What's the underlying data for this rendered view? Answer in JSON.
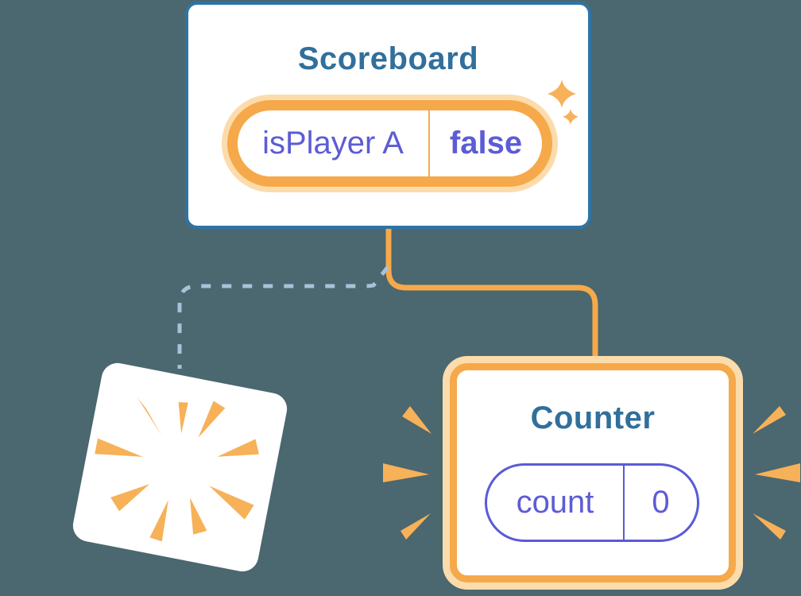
{
  "diagram_title": "React component tree state reset diagram",
  "scoreboard": {
    "title": "Scoreboard",
    "state": {
      "name": "isPlayer A",
      "value": "false"
    }
  },
  "counter": {
    "title": "Counter",
    "state": {
      "name": "count",
      "value": "0"
    }
  },
  "icons": {
    "sparkles": "sparkles-icon",
    "explosion_burst": "explosion-burst-icon",
    "emphasis_left": "emphasis-sparks-left-icon",
    "emphasis_right": "emphasis-sparks-right-icon"
  },
  "colors": {
    "background": "#4b6770",
    "card_bg": "#ffffff",
    "scoreboard_border": "#2e74a6",
    "title_text": "#316f9c",
    "orange": "#f6a94a",
    "orange_glow": "#fcdcab",
    "spark_orange": "#f7b158",
    "state_text": "#5c5cd6",
    "state_pill_border": "#5a5ad8",
    "dashed_line": "#a6c3d8"
  }
}
